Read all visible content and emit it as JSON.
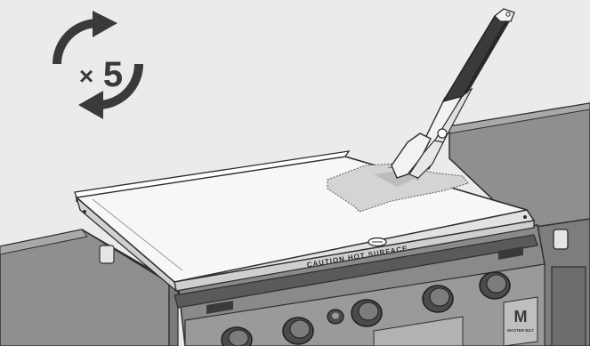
{
  "badge": {
    "prefix": "×",
    "count": "5",
    "icon": "repeat-cycle-arrows-icon"
  },
  "griddle": {
    "front_label": "CAUTION HOT SURFACE",
    "logo_letter": "M",
    "logo_text": "MASTER BILT"
  },
  "colors": {
    "background": "#ebebeb",
    "outline": "#2e2e2e",
    "grill_body": "#8f8f8f",
    "grill_dark": "#5a5a5a",
    "griddle_top": "#f7f7f7",
    "cloth": "#d4d4d4"
  }
}
